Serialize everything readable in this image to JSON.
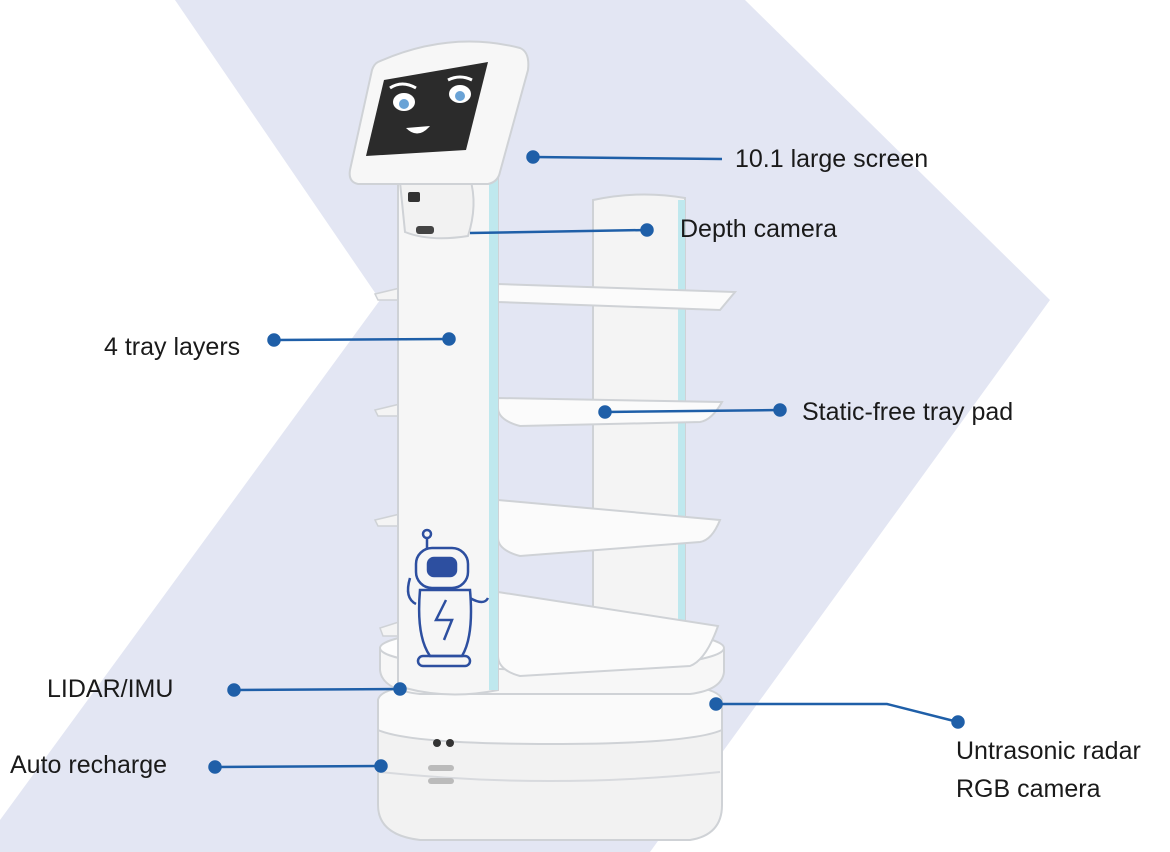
{
  "colors": {
    "background": "#ffffff",
    "chevron": "#e3e6f3",
    "leader_line": "#1f5fa8",
    "robot_body": "#f6f6f6",
    "robot_edge": "#cfd2d6",
    "accent_strip": "#bfe8ee",
    "screen": "#2b2b2b",
    "logo_stroke": "#2d4fa0"
  },
  "icons": {
    "robot_logo": "robot-mascot-icon",
    "screen_face": "smiley-face-icon"
  },
  "labels": {
    "screen": "10.1 large screen",
    "depth_camera": "Depth camera",
    "tray_layers": "4 tray layers",
    "tray_pad": "Static-free tray pad",
    "lidar": "LIDAR/IMU",
    "recharge": "Auto recharge",
    "radar": "Untrasonic radar",
    "rgb_camera": "RGB camera"
  }
}
